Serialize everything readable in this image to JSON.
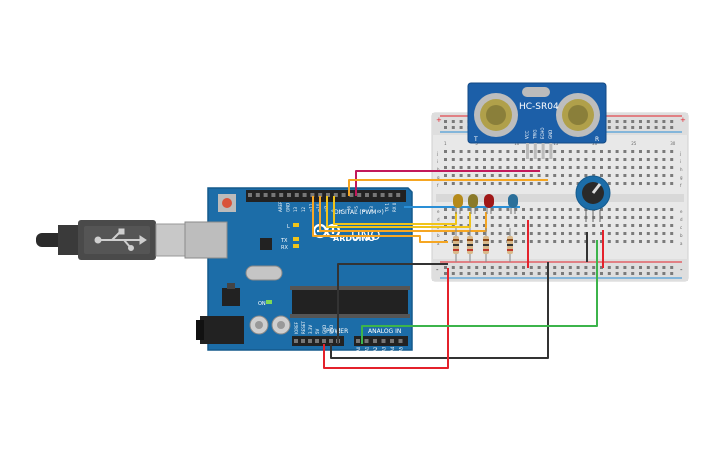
{
  "sensor": {
    "name": "HC-SR04",
    "pins": [
      "VCC",
      "TRIG",
      "ECHO",
      "GND"
    ],
    "side_marks": [
      "T",
      "R"
    ]
  },
  "arduino": {
    "brand": "ARDUINO",
    "model": "UNO",
    "digital_label": "DIGITAL (PWM~)",
    "power_label": "POWER",
    "analog_label": "ANALOG IN",
    "led_labels": [
      "L",
      "TX",
      "RX"
    ],
    "aref_labels": [
      "AREF",
      "GND",
      "13",
      "12",
      "~11",
      "~10",
      "~9",
      "8",
      "7",
      "~6",
      "~5",
      "4",
      "~3",
      "2",
      "TX 1",
      "RX 0"
    ],
    "power_pins": [
      "IOREF",
      "RESET",
      "3.3V",
      "5V",
      "GND",
      "GND",
      "Vin"
    ],
    "analog_pins": [
      "A0",
      "A1",
      "A2",
      "A3",
      "A4",
      "A5"
    ],
    "on_label": "ON"
  },
  "breadboard": {
    "col_numbers_top": [
      "1",
      "5",
      "10",
      "15",
      "20",
      "25",
      "30"
    ],
    "row_letters_top": [
      "j",
      "i",
      "h",
      "g",
      "f"
    ],
    "row_letters_bottom": [
      "e",
      "d",
      "c",
      "b",
      "a"
    ],
    "rail_plus": "+",
    "rail_minus": "-"
  },
  "colors": {
    "board": "#1c6da8",
    "breadboard": "#e8e8e8",
    "wire_red": "#e4212b",
    "wire_black": "#333333",
    "wire_green": "#3cb44b",
    "wire_orange": "#f5a623",
    "wire_yellow": "#f0c419",
    "wire_magenta": "#c2185b",
    "wire_blue": "#2a8fd6"
  }
}
